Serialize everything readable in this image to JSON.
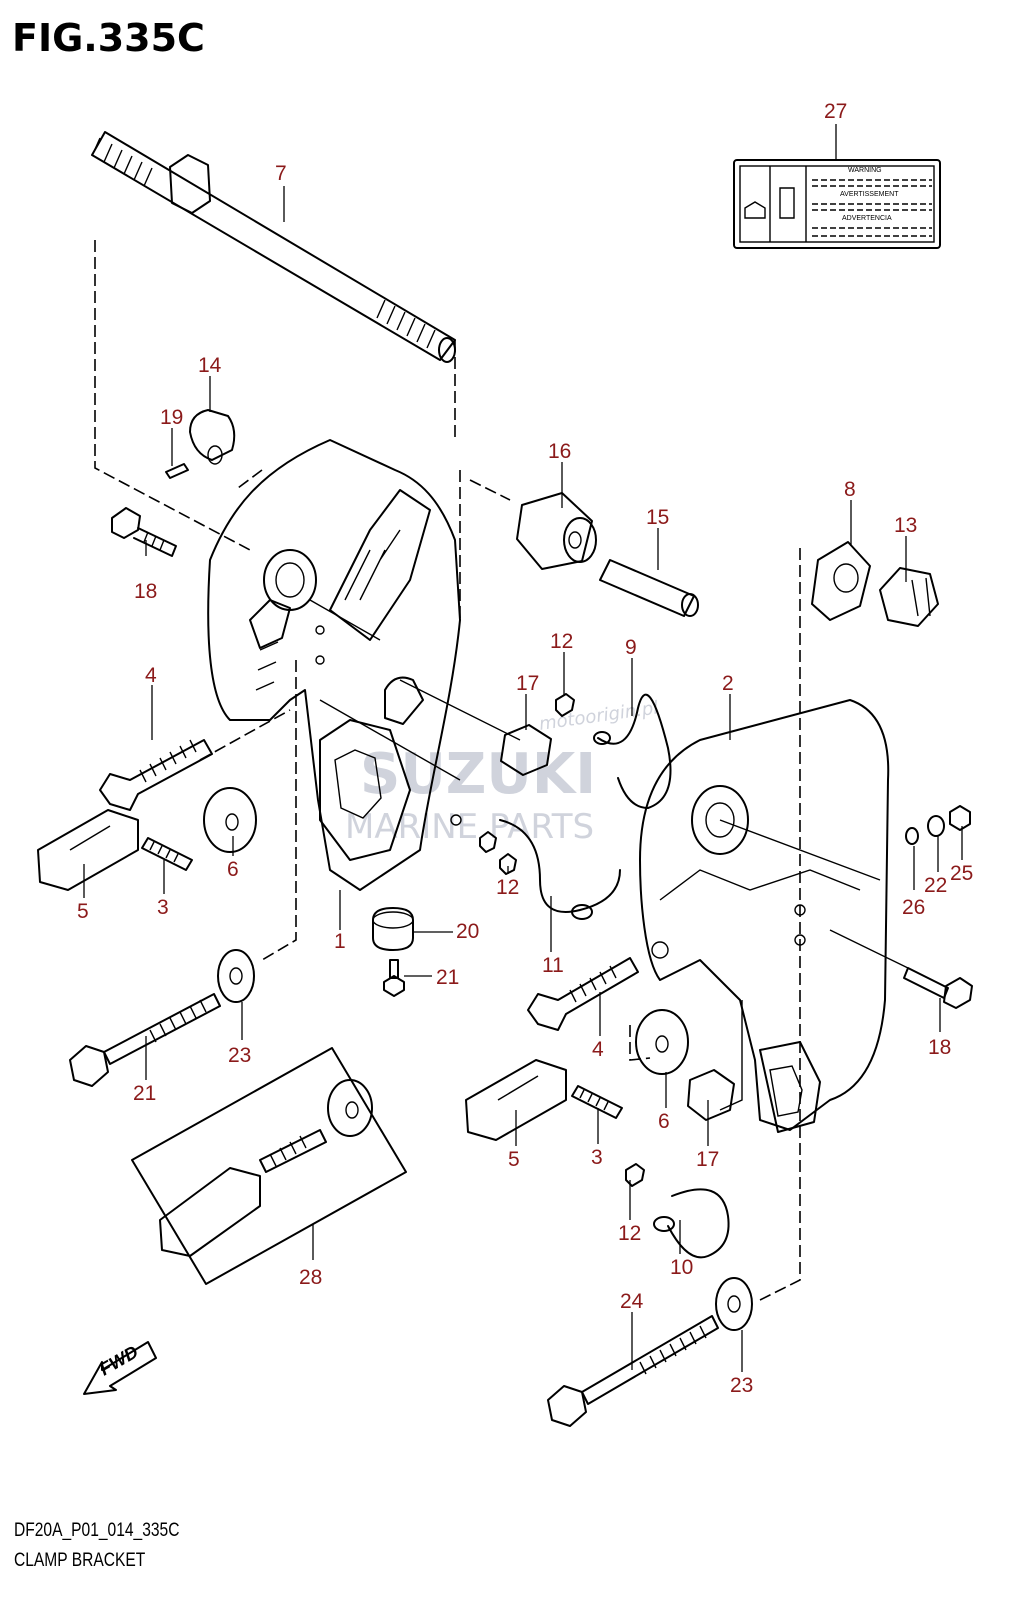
{
  "figure": {
    "title": "FIG.335C",
    "code": "DF20A_P01_014_335C",
    "name": "CLAMP BRACKET"
  },
  "label_decal": {
    "warning": "WARNING",
    "avertissement": "AVERTISSEMENT",
    "advertencia": "ADVERTENCIA"
  },
  "fwd_arrow": "FWD",
  "watermark": {
    "brand": "SUZUKI",
    "sub": "MARINE PARTS",
    "url": "motoorigin.pl"
  },
  "callouts": [
    "1",
    "2",
    "3",
    "3",
    "4",
    "4",
    "5",
    "5",
    "6",
    "6",
    "7",
    "8",
    "9",
    "10",
    "11",
    "12",
    "12",
    "12",
    "13",
    "14",
    "15",
    "16",
    "17",
    "17",
    "18",
    "18",
    "19",
    "20",
    "21",
    "21",
    "22",
    "23",
    "23",
    "24",
    "25",
    "26",
    "27",
    "28"
  ],
  "colors": {
    "callout": "#8b1a1a",
    "line": "#000000",
    "watermark": "#c8ccd6"
  }
}
